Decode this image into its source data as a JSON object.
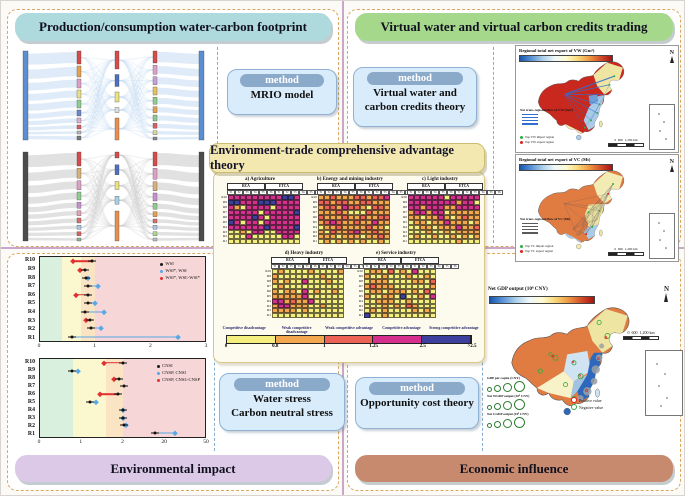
{
  "quadrants": {
    "tl": {
      "title": "Production/consumption water-carbon footprint",
      "bg": "#aed9dd"
    },
    "tr": {
      "title": "Virtual water and virtual carbon credits trading",
      "bg": "#a6d88c"
    },
    "bl": {
      "title": "Environmental impact",
      "bg": "#dbc9e7"
    },
    "br": {
      "title": "Economic influence",
      "bg": "#c78a6e"
    }
  },
  "method_label": "method",
  "methods": {
    "mrio": "MRIO model",
    "vw_line1": "Virtual water and",
    "vw_line2": "carbon credits theory",
    "stress_line1": "Water stress",
    "stress_line2": "Carbon neutral stress",
    "opportunity": "Opportunity cost theory"
  },
  "center": {
    "title": "Environment-trade comprehensive advantage theory",
    "legend": {
      "labels": [
        "Competitive disadvantage",
        "Weak competitive disadvantage",
        "Weak competitive advantage",
        "Competitive advantage",
        "Strong competitive advantage"
      ],
      "ticks": [
        "0",
        "0.8",
        "1",
        "1.25",
        "2.5",
        ">2.5"
      ],
      "colors": [
        "#f3ee7e",
        "#f2a64e",
        "#ec6355",
        "#d5308d",
        "#3d3f9f"
      ],
      "color_map": {
        "Y": "#f3ee7e",
        "O": "#f2a64e",
        "R": "#ec6355",
        "M": "#d5308d",
        "B": "#3d3f9f"
      }
    }
  },
  "maps": {
    "vw": {
      "title": "Regional total net export of VW (Gm³)",
      "flow_legend": "Net trans-regional flow of VW (Gm³)",
      "import_label": "Top VW import region",
      "export_label": "Top VW export region"
    },
    "vc": {
      "title": "Regional total net export of VC (Mt)",
      "flow_legend": "Net trans-regional flow of VC (Mt)",
      "import_label": "Top VC import region",
      "export_label": "Top VC export region"
    },
    "gdp": {
      "title": "Net GDP output (10⁸ CNY)",
      "legend_gdp": "GDP per capita (CNY)",
      "legend_wgdp": "Net WGDP output (10⁸ CNY)",
      "legend_cgdp": "Net CGDP output (10⁸ CNY)",
      "positive": "Positive value",
      "negative": "Negative value"
    },
    "scalebar": {
      "zero": "0",
      "mid": "600",
      "end": "1,200 km"
    },
    "north": "N"
  },
  "chart_data": [
    {
      "type": "scatter",
      "id": "water-stress",
      "ylabels": [
        "R10",
        "R9",
        "R8",
        "R7",
        "R6",
        "R5",
        "R4",
        "R3",
        "R2",
        "R1"
      ],
      "xticks": [
        0,
        1,
        2,
        3
      ],
      "legend": [
        {
          "label": "WSI",
          "color": "#1a1a1a"
        },
        {
          "label": "WSI*, WSI<WSI*",
          "color": "#57a8e8"
        },
        {
          "label": "WSI*, WSI>WSI*",
          "color": "#e03030"
        }
      ],
      "bands": [
        {
          "from": 0,
          "to": 0.4,
          "color": "#d9f0df"
        },
        {
          "from": 0.4,
          "to": 0.75,
          "color": "#fbf7cf"
        },
        {
          "from": 0.75,
          "to": 1.0,
          "color": "#fae4c4"
        },
        {
          "from": 1.0,
          "to": 3,
          "color": "#f6d6d7"
        }
      ],
      "rows": [
        {
          "label": "R10",
          "base": 0.95,
          "star": 0.6,
          "dir": "gt"
        },
        {
          "label": "R9",
          "base": 0.82,
          "star": 0.73,
          "dir": "gt"
        },
        {
          "label": "R8",
          "base": 0.83,
          "star": 0.87,
          "dir": "lt"
        },
        {
          "label": "R7",
          "base": 0.88,
          "star": 1.05,
          "dir": "lt"
        },
        {
          "label": "R6",
          "base": 0.88,
          "star": 0.65,
          "dir": "gt"
        },
        {
          "label": "R5",
          "base": 0.87,
          "star": 1.0,
          "dir": "lt"
        },
        {
          "label": "R4",
          "base": 0.82,
          "star": 1.17,
          "dir": "lt"
        },
        {
          "label": "R3",
          "base": 0.9,
          "star": 0.84,
          "dir": "gt"
        },
        {
          "label": "R2",
          "base": 0.93,
          "star": 1.1,
          "dir": "lt"
        },
        {
          "label": "R1",
          "base": 0.58,
          "star": 2.5,
          "dir": "lt"
        }
      ]
    },
    {
      "type": "scatter",
      "id": "carbon-neutral-stress",
      "ylabels": [
        "R10",
        "R9",
        "R8",
        "R7",
        "R6",
        "R5",
        "R4",
        "R3",
        "R2",
        "R1"
      ],
      "xticks": [
        0,
        1,
        2,
        20,
        50
      ],
      "legend": [
        {
          "label": "CNSI",
          "color": "#1a1a1a"
        },
        {
          "label": "CNSP, CNSI<CNSP",
          "color": "#57a8e8"
        },
        {
          "label": "CNSP, CNSI>CNSP",
          "color": "#e03030"
        }
      ],
      "bands": [
        {
          "from": 0,
          "to": 0.8,
          "color": "#d9f0df"
        },
        {
          "from": 0.8,
          "to": 1.6,
          "color": "#fbf7cf"
        },
        {
          "from": 1.6,
          "to": 2,
          "color": "#fae4c4"
        },
        {
          "from": 2,
          "to": 50,
          "color": "#f6d6d7"
        }
      ],
      "rows": [
        {
          "label": "R10",
          "base": 2.0,
          "star": 1.55,
          "dir": "gt"
        },
        {
          "label": "R9",
          "base": 0.78,
          "star": 0.92,
          "dir": "lt"
        },
        {
          "label": "R8",
          "base": 1.92,
          "star": 1.8,
          "dir": "gt"
        },
        {
          "label": "R7",
          "base": 2.6,
          "star": null,
          "dir": null
        },
        {
          "label": "R6",
          "base": 1.9,
          "star": 1.45,
          "dir": "gt"
        },
        {
          "label": "R5",
          "base": 1.2,
          "star": 1.35,
          "dir": "lt"
        },
        {
          "label": "R4",
          "base": 2.1,
          "star": 2.4,
          "dir": "lt"
        },
        {
          "label": "R3",
          "base": 2.0,
          "star": 2.05,
          "dir": "lt"
        },
        {
          "label": "R2",
          "base": 2.8,
          "star": 3.4,
          "dir": "lt"
        },
        {
          "label": "R1",
          "base": 16,
          "star": 28,
          "dir": "lt"
        }
      ]
    },
    {
      "type": "heatmap",
      "title": "a) Agriculture",
      "groups": [
        "RCA",
        "ETCA"
      ],
      "cols": [
        "T1",
        "T2",
        "T3",
        "T4",
        "T5",
        "T6",
        "T1",
        "T2",
        "T3",
        "T4",
        "T5",
        "T6"
      ],
      "rows": [
        "R10",
        "R9",
        "R8",
        "R7",
        "R6",
        "R5",
        "R4",
        "R3",
        "R2",
        "R1"
      ],
      "cells": [
        "MMMMMMMMMBBM",
        "BBMMMBBBMMMM",
        "MOYMMMMYMMMM",
        "MMMMMYMMMMMB",
        "MMMMBMYMMMMM",
        "BMYMMYMMMMMM",
        "MMMMMMBMMMMB",
        "YYOYMMYYMMMM",
        "YYYMYYYYYMMY",
        "YYYYYYYYYYYY"
      ]
    },
    {
      "type": "heatmap",
      "title": "b) Energy and mining industry",
      "groups": [
        "RCA",
        "ETCA"
      ],
      "cols": [
        "T1",
        "T2",
        "T3",
        "T4",
        "T5",
        "T6",
        "T1",
        "T2",
        "T3",
        "T4",
        "T5",
        "T6"
      ],
      "rows": [
        "R10",
        "R9",
        "R8",
        "R7",
        "R6",
        "R5",
        "R4",
        "R3",
        "R2",
        "R1"
      ],
      "cells": [
        "OOROOORRORRM",
        "RRORROORROOO",
        "ORROMRROYRRO",
        "OOOROYYYROOO",
        "ROOOROOROORR",
        "ORMROOROOMOO",
        "YOOROOOOROOY",
        "OYROORMOOROO",
        "OOOYOOOYOORO",
        "YOYOYOYOYYOY"
      ]
    },
    {
      "type": "heatmap",
      "title": "c) Light industry",
      "groups": [
        "RCA",
        "ETCA"
      ],
      "cols": [
        "T1",
        "T2",
        "T3",
        "T4",
        "T5",
        "T6",
        "T1",
        "T2",
        "T3",
        "T4",
        "T5",
        "T6"
      ],
      "rows": [
        "R10",
        "R9",
        "R8",
        "R7",
        "R6",
        "R5",
        "R4",
        "R3",
        "R2",
        "R1"
      ],
      "cells": [
        "MMMMMMYMMMMM",
        "MMMMMMMMOMMY",
        "MMOMMMOOMMMM",
        "OMMOMMYOOOOO",
        "OOYOOMOYOROO",
        "YOOYOOMOOOYO",
        "YYOOYOOOMOOR",
        "YYYOYYOYOOOO",
        "YOYYOYYOYOYO",
        "YYYYYYYYOYYY"
      ]
    },
    {
      "type": "heatmap",
      "title": "d) Heavy industry",
      "groups": [
        "RCA",
        "ETCA"
      ],
      "cols": [
        "T1",
        "T2",
        "T3",
        "T4",
        "T5",
        "T6",
        "T1",
        "T2",
        "T3",
        "T4",
        "T5",
        "T6"
      ],
      "rows": [
        "R10",
        "R9",
        "R8",
        "R7",
        "R6",
        "R5",
        "R4",
        "R3",
        "R2",
        "R1"
      ],
      "cells": [
        "YOYYYYOYYYYO",
        "OYYYYYYYOYYY",
        "OYOYYMYYYOYY",
        "YOYYYYYYYYYY",
        "OYOOYMYOYYOY",
        "OOOOOMYYYYYY",
        "MMOROOMYYYYY",
        "OMMOOOYYOYYY",
        "OOOOYOYYYYYY",
        "YYYYYYYYYYYY"
      ]
    },
    {
      "type": "heatmap",
      "title": "e) Service industry",
      "groups": [
        "RCA",
        "ETCA"
      ],
      "cols": [
        "T1",
        "T2",
        "T3",
        "T4",
        "T5",
        "T6",
        "T1",
        "T2",
        "T3",
        "T4",
        "T5",
        "T6"
      ],
      "rows": [
        "R10",
        "R9",
        "R8",
        "R7",
        "R6",
        "R5",
        "R4",
        "R3",
        "R2",
        "R1"
      ],
      "cells": [
        "YOOYRYOYMYYY",
        "OYYOYYYOYYOY",
        "YOOOYYYYOOYR",
        "OROOOYYYYYYO",
        "YOOYOOOYOYRY",
        "OYYOOYBYYOYM",
        "YYOOOYYOYYYY",
        "YYYOYOYROYYY",
        "YOYOYYYYOYOY",
        "BYYOYYYYYYYY"
      ]
    },
    {
      "type": "sankey",
      "id": "water-footprint-sankey",
      "ribbon": "#c5dbf2",
      "bar": "#5b8fd4",
      "cols": [
        [
          13,
          11,
          9,
          8,
          8,
          6,
          5,
          4,
          3,
          4
        ],
        [
          18,
          12,
          10,
          5,
          22
        ],
        [
          12,
          9,
          8,
          8,
          7,
          6,
          6,
          5,
          4,
          3
        ]
      ],
      "colors": [
        [
          "#d84b4b",
          "#e5a050",
          "#dfa0c8",
          "#e8e08a",
          "#8fce8f",
          "#6f86c8",
          "#e0b0d0",
          "#d96060",
          "#b8b8b8",
          "#7a7a7a"
        ],
        [
          "#d84b4b",
          "#4f6fc0",
          "#ece27f",
          "#dddddd",
          "#e88e4e"
        ],
        [
          "#d84b4b",
          "#dfa0c8",
          "#c8a0d8",
          "#e8c060",
          "#8fce8f",
          "#e5a050",
          "#90c890",
          "#d96060",
          "#d8d8a0",
          "#8a8a8a"
        ]
      ]
    },
    {
      "type": "sankey",
      "id": "carbon-footprint-sankey",
      "ribbon": "#c9c9c9",
      "bar": "#4c4c4c",
      "cols": [
        [
          14,
          10,
          9,
          8,
          6,
          5,
          5,
          4,
          4,
          3
        ],
        [
          6,
          10,
          8,
          8,
          30
        ],
        [
          14,
          11,
          9,
          8,
          6,
          5,
          4,
          4,
          4,
          3
        ]
      ],
      "colors": [
        [
          "#d84b4b",
          "#d8b078",
          "#dfa0c8",
          "#8fce8f",
          "#c890d0",
          "#e8a0b8",
          "#d87070",
          "#a8c8e8",
          "#d96060",
          "#90b890"
        ],
        [
          "#d84b4b",
          "#4f6fc0",
          "#ece27f",
          "#a8d0e8",
          "#e88e4e"
        ],
        [
          "#d84b4b",
          "#dfa0c8",
          "#d8b078",
          "#c890d0",
          "#8fce8f",
          "#e5a050",
          "#d87070",
          "#a8c8e8",
          "#b0d890",
          "#c0c0c0"
        ]
      ]
    }
  ]
}
